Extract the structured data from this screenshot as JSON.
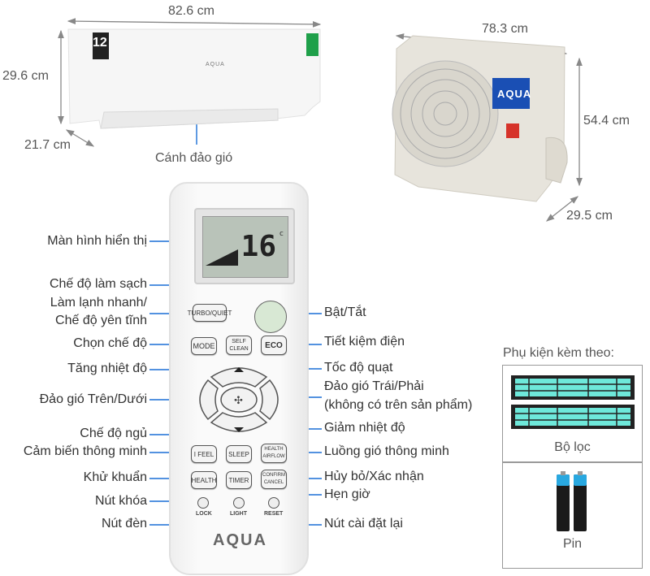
{
  "indoor_unit": {
    "width": "82.6 cm",
    "height": "29.6 cm",
    "depth": "21.7 cm",
    "brand_logo": "AQUA",
    "warranty_badge": "12",
    "callout_louver": "Cánh đảo gió"
  },
  "outdoor_unit": {
    "width": "78.3 cm",
    "height": "54.4 cm",
    "depth": "29.5 cm",
    "brand_logo": "AQUA"
  },
  "remote": {
    "display_temp": "16",
    "display_unit": "c",
    "buttons": {
      "turbo_quiet": "TURBO/QUIET",
      "mode": "MODE",
      "self_clean": "SELF CLEAN",
      "eco": "ECO",
      "i_feel": "I FEEL",
      "sleep": "SLEEP",
      "health_airflow": "HEALTH AIRFLOW",
      "health": "HEALTH",
      "timer": "TIMER",
      "confirm_cancel": "CONFIRM CANCEL",
      "lock": "LOCK",
      "light": "LIGHT",
      "reset": "RESET"
    },
    "logo": "AQUA"
  },
  "callouts_left": {
    "display": "Màn hình hiển thị",
    "self_clean": "Chế độ làm sạch",
    "turbo_quiet_1": "Làm lạnh nhanh/",
    "turbo_quiet_2": "Chế độ yên tĩnh",
    "mode": "Chọn chế độ",
    "temp_up": "Tăng nhiệt độ",
    "swing_vertical": "Đảo gió Trên/Dưới",
    "sleep": "Chế độ ngủ",
    "i_feel": "Cảm biến thông minh",
    "health": "Khử khuẩn",
    "lock": "Nút khóa",
    "light": "Nút đèn"
  },
  "callouts_right": {
    "power": "Bật/Tắt",
    "eco": "Tiết kiệm điện",
    "fan_speed": "Tốc độ quạt",
    "swing_horizontal_1": "Đảo gió Trái/Phải",
    "swing_horizontal_2": "(không có trên sản phẩm)",
    "temp_down": "Giảm nhiệt độ",
    "health_airflow": "Luồng gió thông minh",
    "confirm_cancel": "Hủy bỏ/Xác nhận",
    "timer": "Hẹn giờ",
    "reset": "Nút cài đặt lại"
  },
  "accessories": {
    "title": "Phụ kiện kèm theo:",
    "items": [
      {
        "label": "Bộ lọc"
      },
      {
        "label": "Pin"
      }
    ]
  },
  "colors": {
    "callout_line": "#1a6fd6",
    "filter": "#6ee8da",
    "battery": "#29a8e0"
  }
}
